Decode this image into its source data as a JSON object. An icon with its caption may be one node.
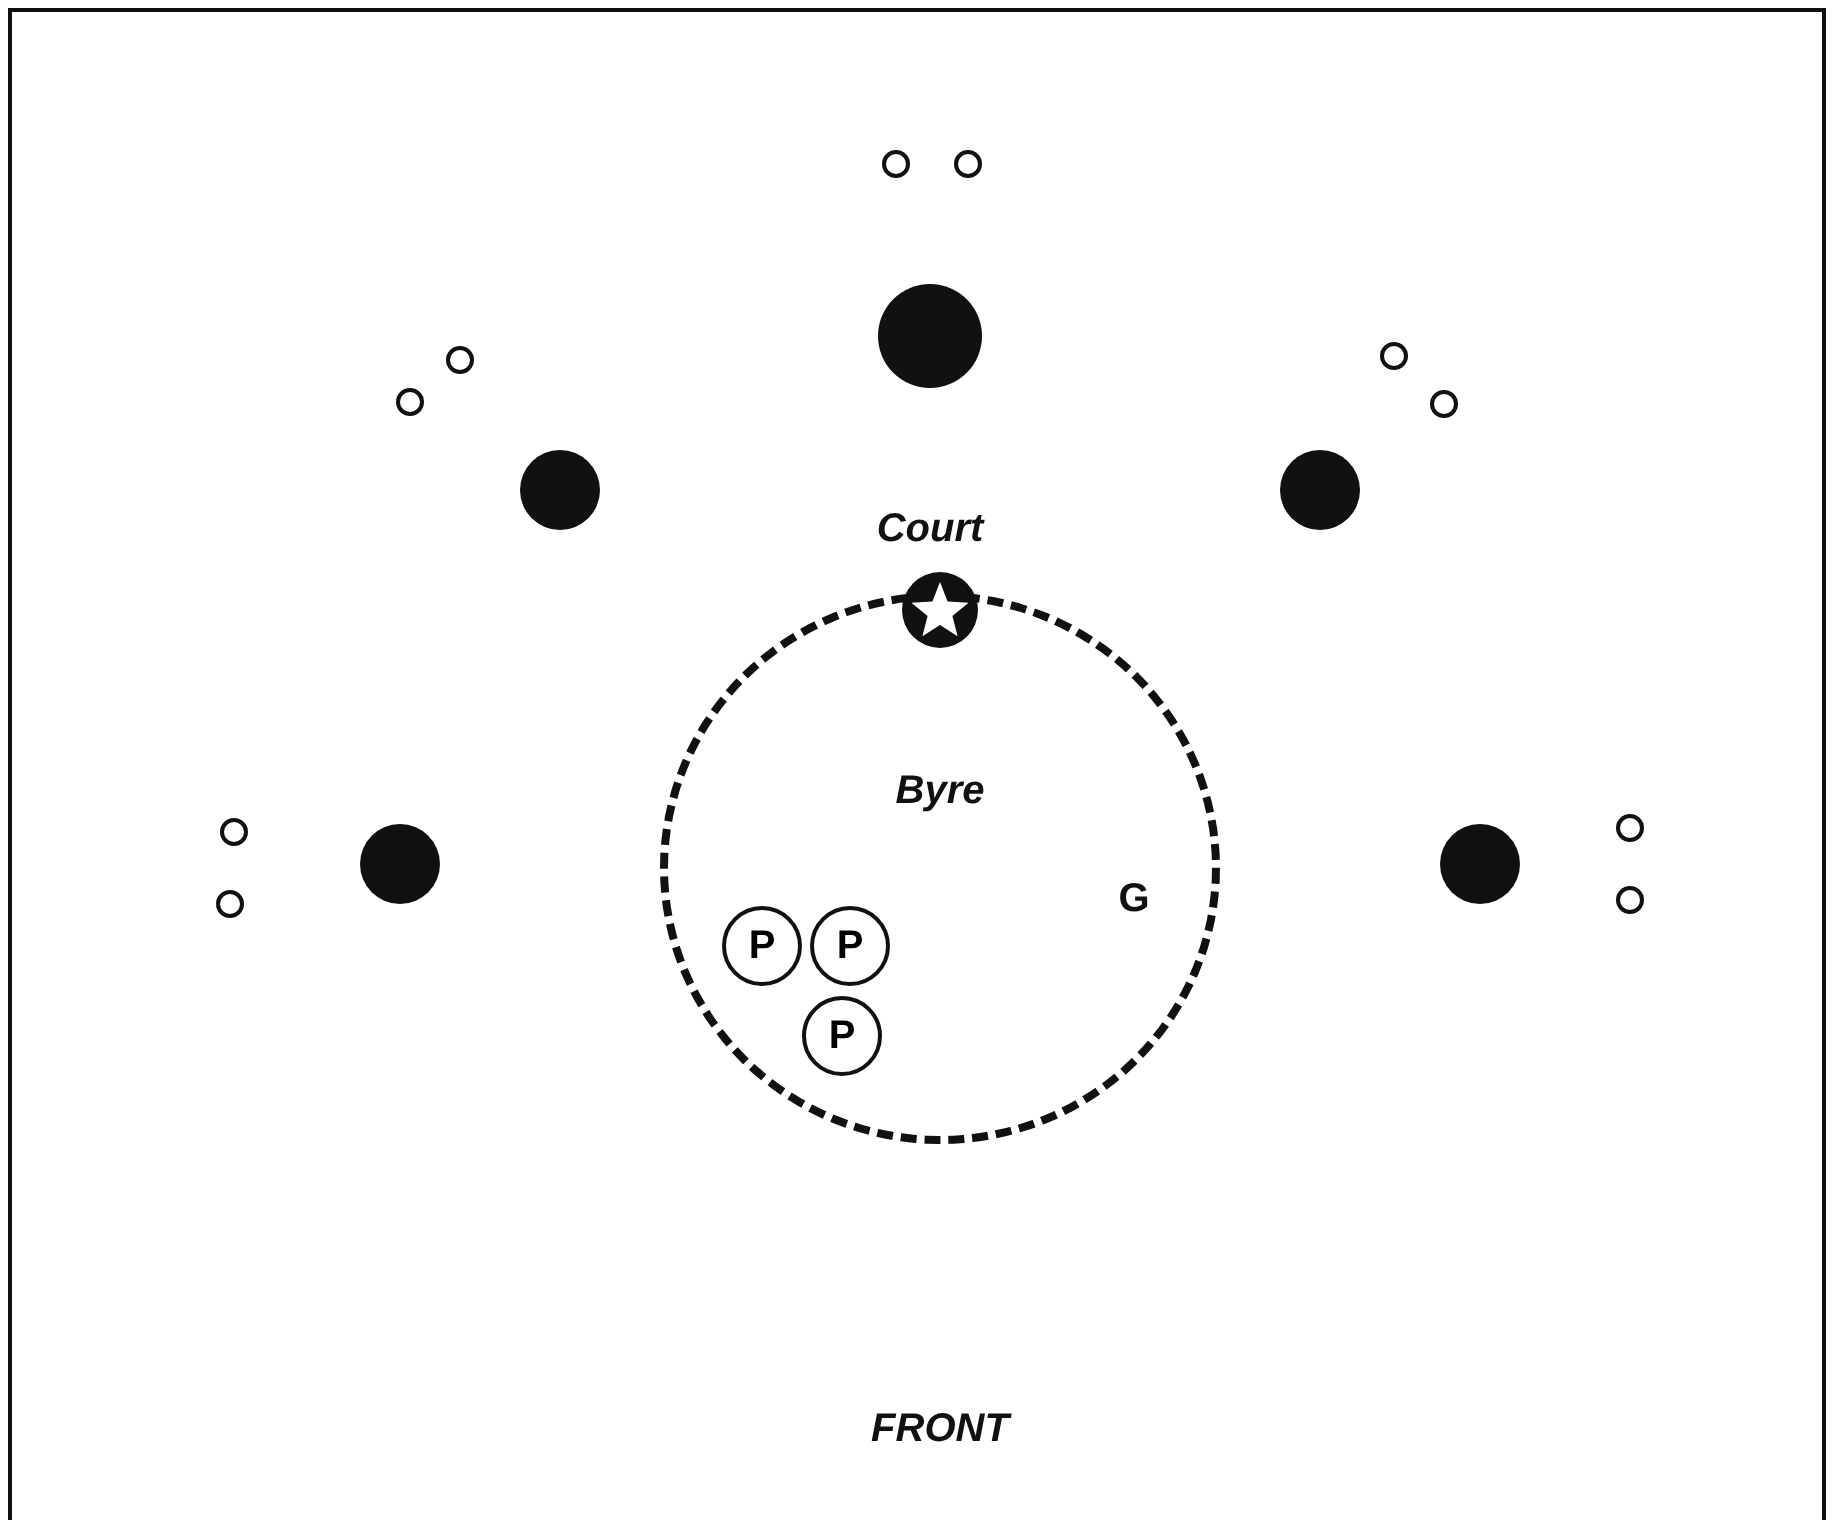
{
  "diagram": {
    "nodes": [
      {
        "text": [
          "Byre"
        ]
      },
      {
        "text": [
          "P"
        ],
        "in": 0
      },
      {
        "text": [
          "P"
        ],
        "in": 0
      },
      {
        "text": [
          "P"
        ],
        "in": 0
      }
    ],
    "labels": [
      "Court",
      "G",
      "FRONT"
    ]
  }
}
